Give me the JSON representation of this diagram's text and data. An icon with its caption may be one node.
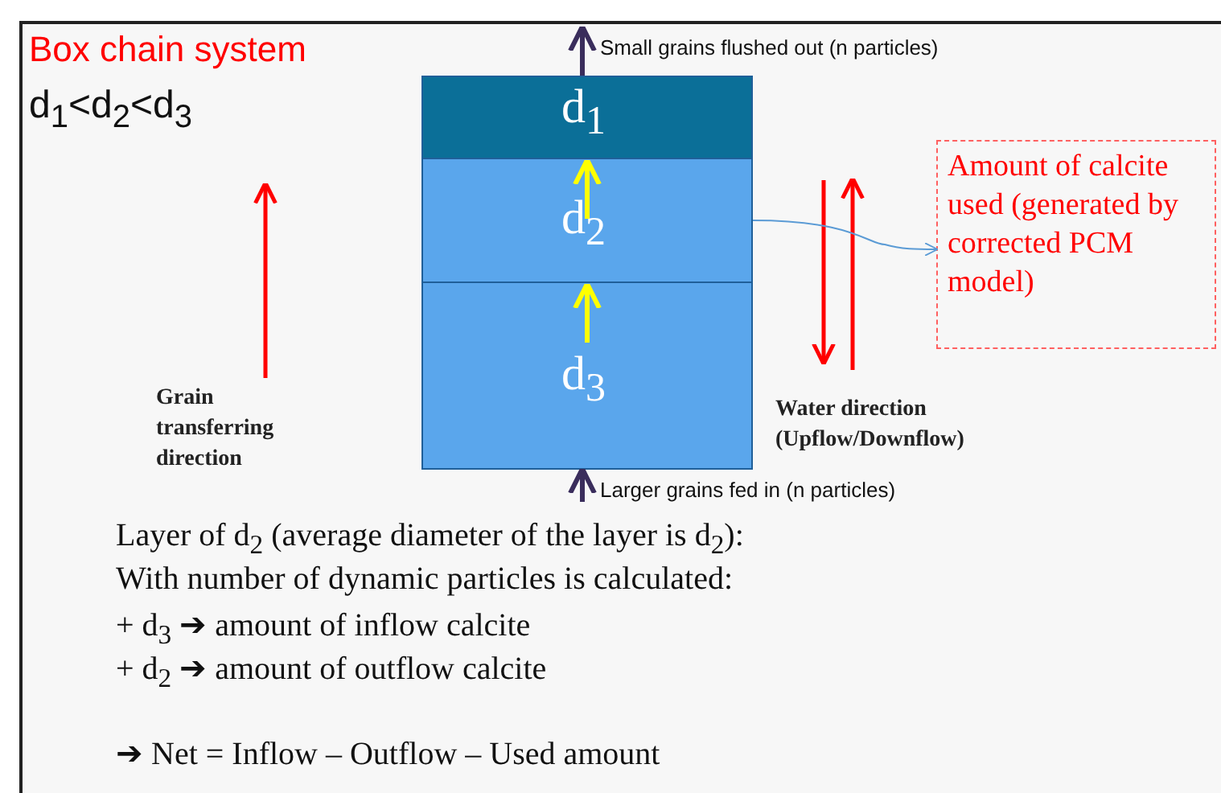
{
  "diagram": {
    "title": "Box chain system",
    "nodes": [
      {
        "text": [
          "d$_{1}$"
        ]
      },
      {
        "text": [
          "d$_{2}$"
        ]
      },
      {
        "text": [
          "d$_{3}$"
        ]
      },
      {
        "text": [
          "Amount of calcite used (generated by corrected PCM model)"
        ]
      }
    ],
    "edges": [
      {
        "from": 0,
        "to": null,
        "arrow": "to",
        "label": "Small grains flushed out (n particles)"
      },
      {
        "from": 1,
        "to": 0,
        "arrow": "to",
        "color": "#ffff00"
      },
      {
        "from": 2,
        "to": 1,
        "arrow": "to",
        "color": "#ffff00"
      },
      {
        "from": null,
        "to": 2,
        "arrow": "to",
        "label": "Larger grains fed in (n particles)"
      },
      {
        "from": 1,
        "to": 3,
        "arrow": "to",
        "color": "#5b9bd5"
      }
    ],
    "labels": [
      "d$_{1}$<d$_{2}$<d$_{3}$",
      "Grain transferring direction",
      "Water direction (Upflow/Downflow)",
      "Layer of d$_{2}$ (average diameter of the layer is d$_{2}$):",
      "With number of dynamic particles is calculated:",
      "+ d$_{3}$ ➔ amount of inflow calcite",
      "+ d$_{2}$ ➔ amount of outflow calcite",
      "➔ Net = Inflow – Outflow – Used amount"
    ]
  }
}
